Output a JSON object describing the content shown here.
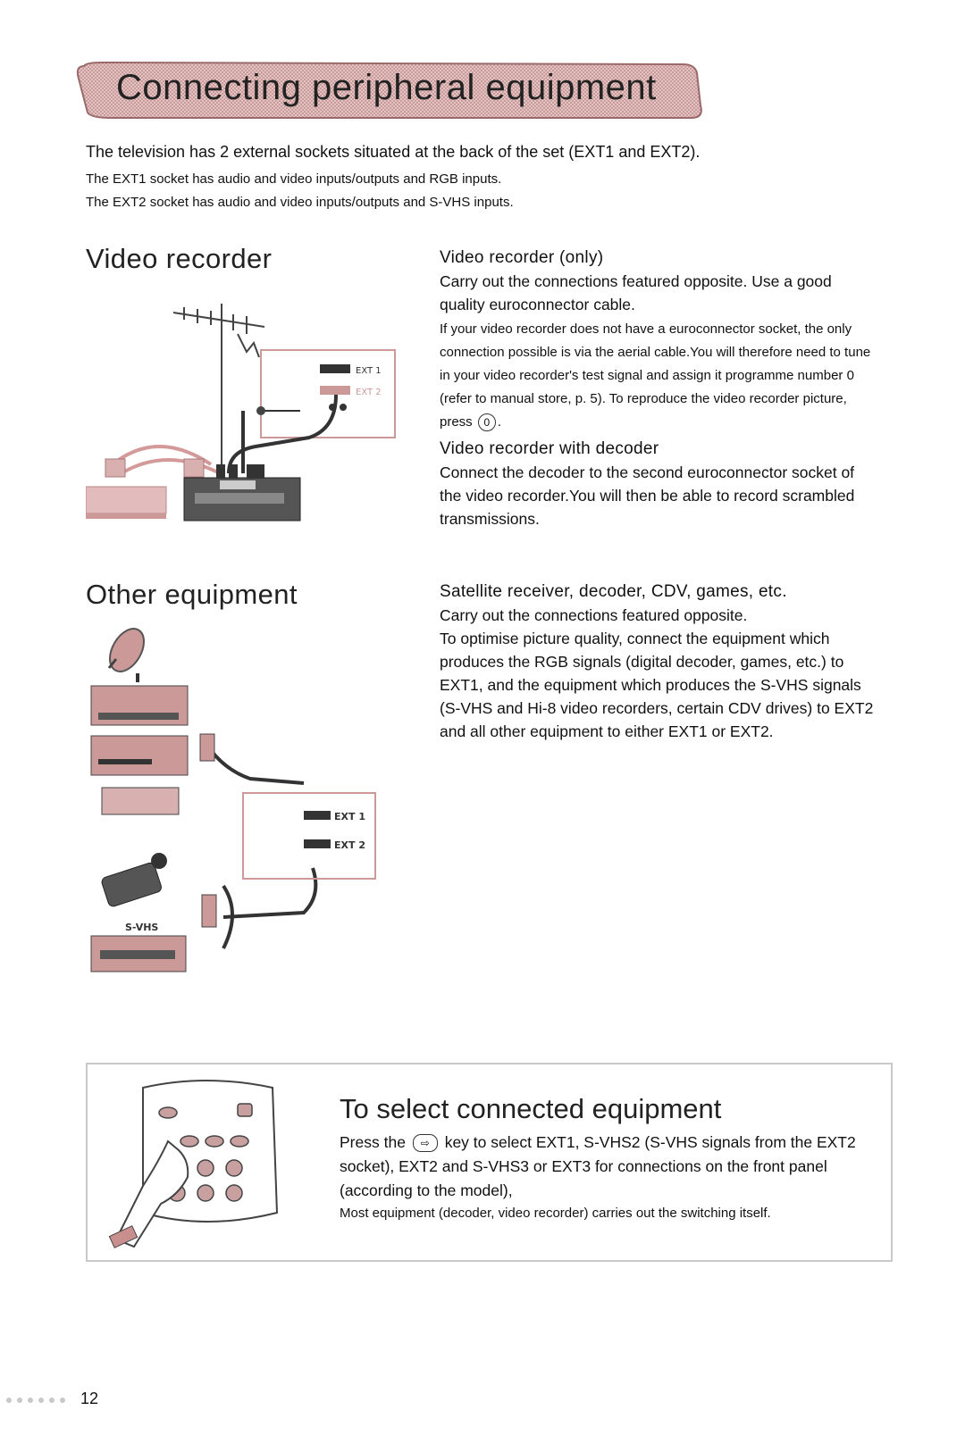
{
  "page": {
    "title": "Connecting peripheral equipment",
    "number": "12"
  },
  "intro": {
    "line1": "The television has 2 external sockets situated at the back of the set (EXT1 and EXT2).",
    "line2": "The EXT1 socket has audio and video inputs/outputs and RGB inputs.",
    "line3": "The EXT2 socket has audio and video inputs/outputs and S-VHS inputs."
  },
  "video_recorder": {
    "heading": "Video recorder",
    "only_title": "Video recorder (only)",
    "only_text": "Carry out the connections featured opposite. Use a good quality euroconnector cable.",
    "only_small_1": "If your video recorder does not have a euroconnector socket, the only connection possible is via the aerial cable.You will therefore need to tune in your video recorder's test signal and assign it programme number 0 (refer to manual store, p. 5). To reproduce the video recorder picture, press",
    "only_small_key": "0",
    "only_small_2": ".",
    "decoder_title": "Video recorder with decoder",
    "decoder_text": "Connect the decoder to the second euroconnector socket of the video recorder.You will then be able to record scrambled transmissions.",
    "fig_labels": {
      "ext1": "EXT 1",
      "ext2": "EXT 2"
    }
  },
  "other_equipment": {
    "heading": "Other equipment",
    "sub_title": "Satellite receiver, decoder, CDV, games, etc.",
    "text1": "Carry out the connections featured opposite.",
    "text2": "To optimise picture quality, connect the equipment which produces the RGB signals (digital decoder, games, etc.) to EXT1, and the equipment which produces the S-VHS signals (S-VHS and Hi-8 video recorders, certain CDV drives) to EXT2 and all other equipment to either EXT1 or EXT2.",
    "fig_labels": {
      "ext1": "EXT 1",
      "ext2": "EXT 2",
      "svhs": "S-VHS"
    }
  },
  "select_box": {
    "title": "To select connected equipment",
    "text_before": "Press the",
    "key_icon": "av-source-key",
    "text_after": "key to select EXT1, S-VHS2 (S-VHS signals from the EXT2 socket), EXT2 and S-VHS3 or EXT3 for connections on the front panel (according to the model),",
    "small": "Most equipment (decoder, video recorder) carries out the switching itself."
  },
  "colors": {
    "banner_fill": "#d9b3b3",
    "device_pink": "#c98f8f",
    "box_border": "#c9c9c9"
  }
}
